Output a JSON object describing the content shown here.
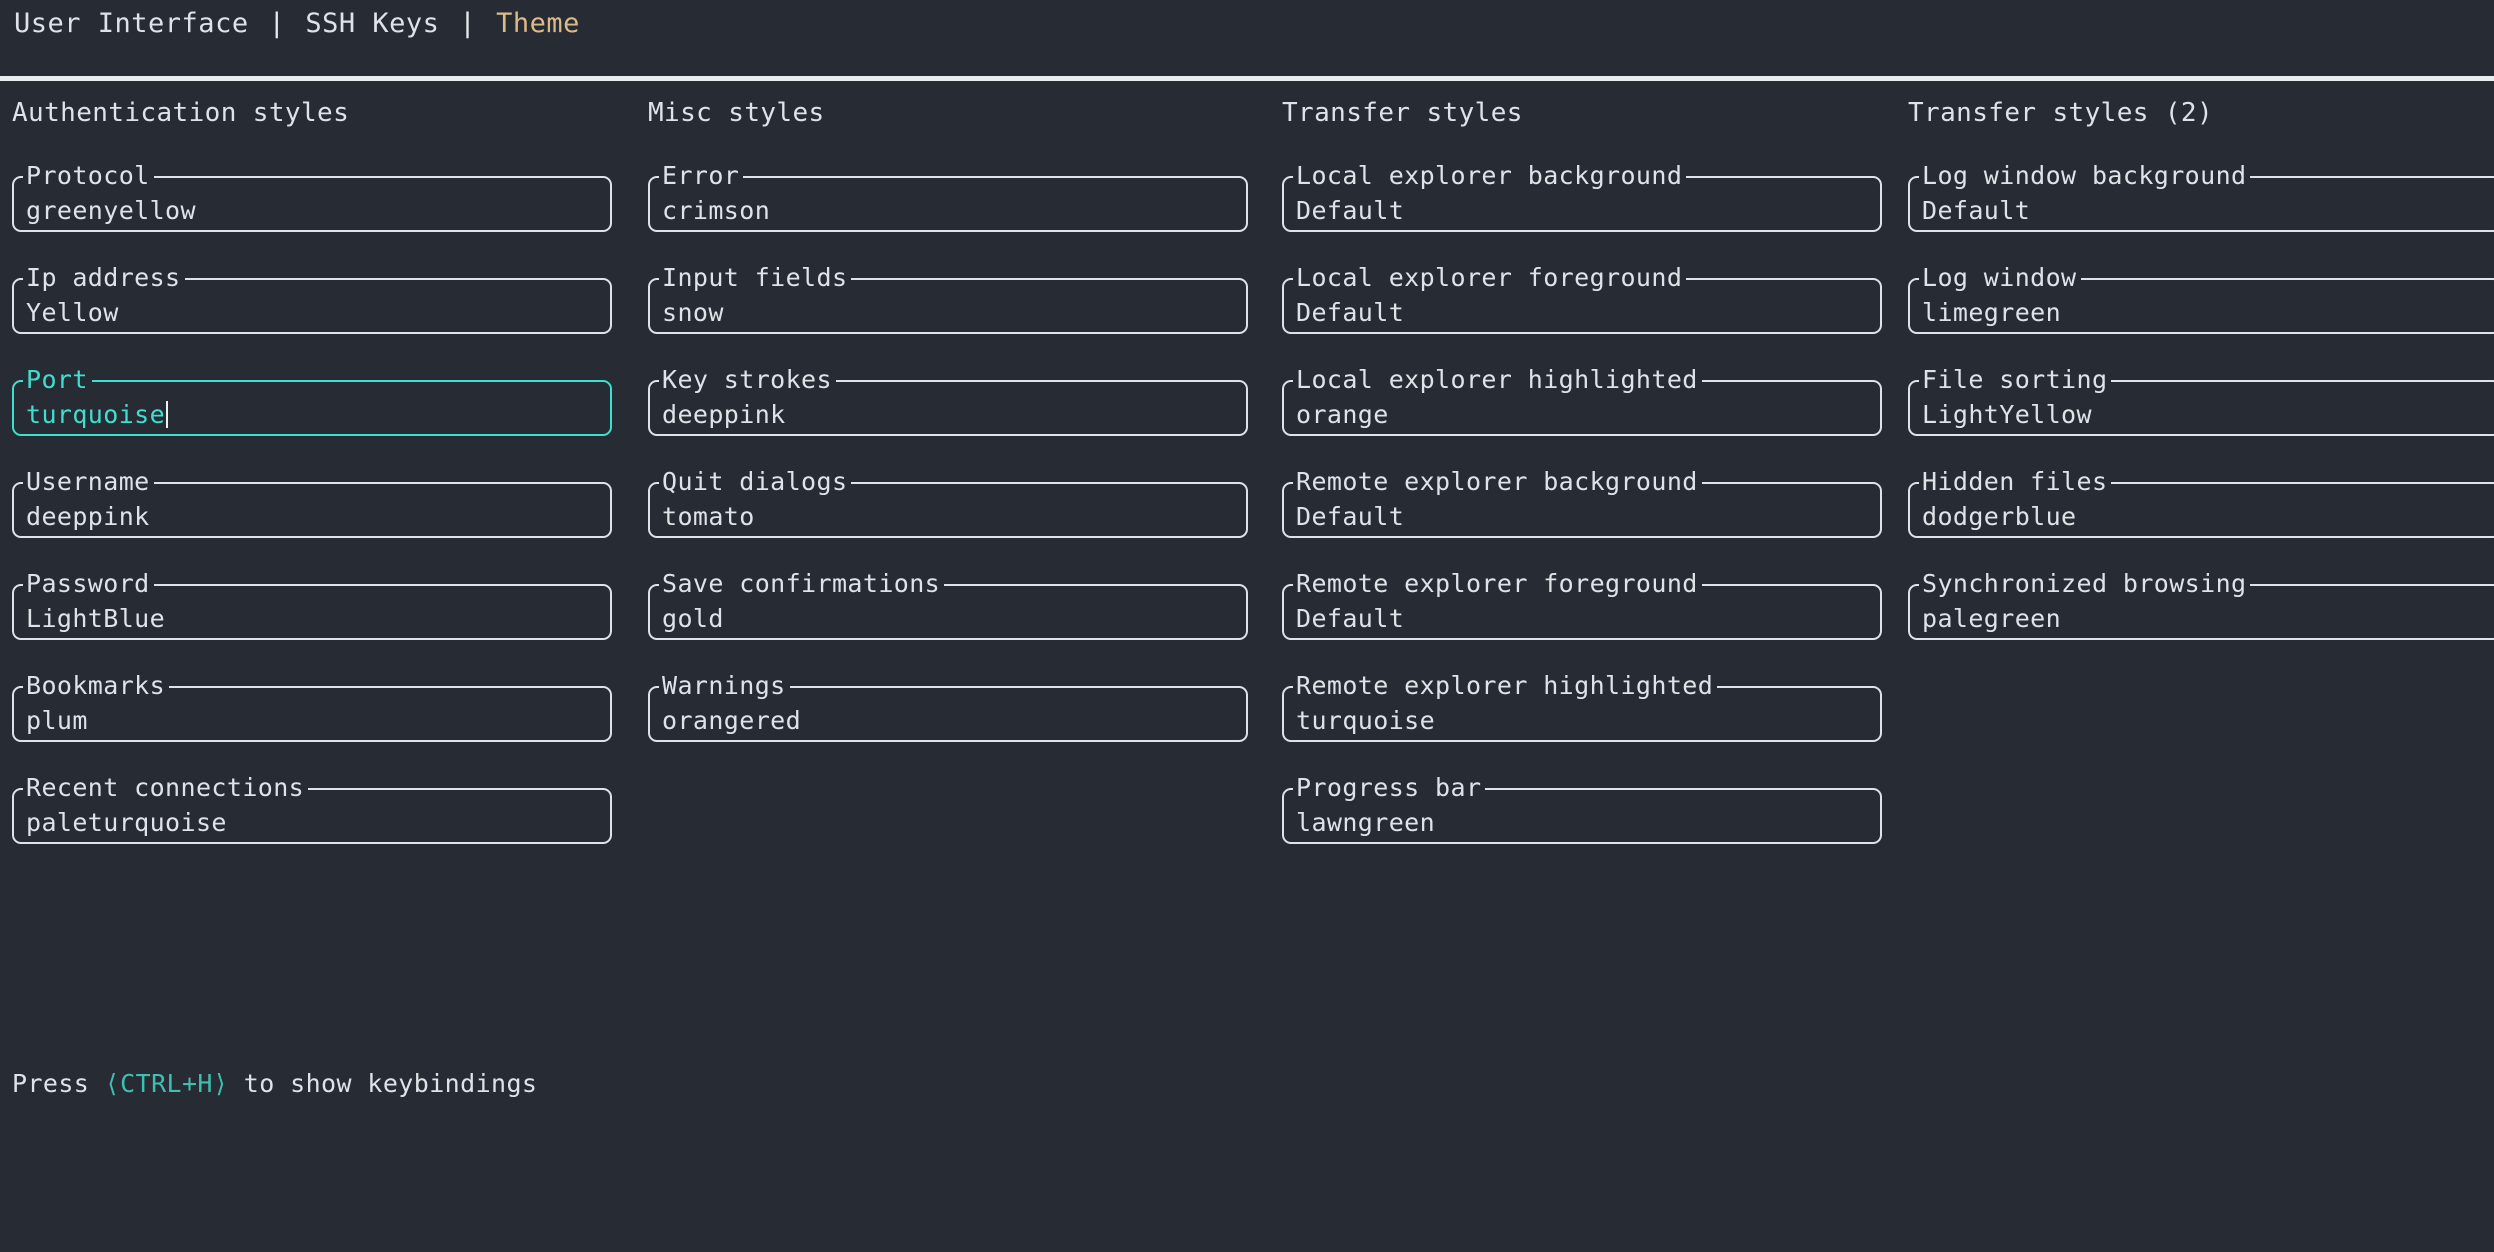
{
  "nav": {
    "separator": "|",
    "items": [
      {
        "label": "User Interface",
        "active": false
      },
      {
        "label": "SSH Keys",
        "active": false
      },
      {
        "label": "Theme",
        "active": true
      }
    ]
  },
  "theme_colors": {
    "background": "#272b33",
    "foreground": "#dfe3e8",
    "divider": "#e9edf0",
    "accent_active_tab": "#ddbb88",
    "accent_focus": "#3fdfcf",
    "accent_key": "#3fbfb0"
  },
  "columns": [
    {
      "title": "Authentication styles",
      "fields": [
        {
          "label": "Protocol",
          "value": "greenyellow",
          "focused": false
        },
        {
          "label": "Ip address",
          "value": "Yellow",
          "focused": false
        },
        {
          "label": "Port",
          "value": "turquoise",
          "focused": true
        },
        {
          "label": "Username",
          "value": "deeppink",
          "focused": false
        },
        {
          "label": "Password",
          "value": "LightBlue",
          "focused": false
        },
        {
          "label": "Bookmarks",
          "value": "plum",
          "focused": false
        },
        {
          "label": "Recent connections",
          "value": "paleturquoise",
          "focused": false
        }
      ]
    },
    {
      "title": "Misc styles",
      "fields": [
        {
          "label": "Error",
          "value": "crimson",
          "focused": false
        },
        {
          "label": "Input fields",
          "value": "snow",
          "focused": false
        },
        {
          "label": "Key strokes",
          "value": "deeppink",
          "focused": false
        },
        {
          "label": "Quit dialogs",
          "value": "tomato",
          "focused": false
        },
        {
          "label": "Save confirmations",
          "value": "gold",
          "focused": false
        },
        {
          "label": "Warnings",
          "value": "orangered",
          "focused": false
        }
      ]
    },
    {
      "title": "Transfer styles",
      "fields": [
        {
          "label": "Local explorer background",
          "value": "Default",
          "focused": false
        },
        {
          "label": "Local explorer foreground",
          "value": "Default",
          "focused": false
        },
        {
          "label": "Local explorer highlighted",
          "value": "orange",
          "focused": false
        },
        {
          "label": "Remote explorer background",
          "value": "Default",
          "focused": false
        },
        {
          "label": "Remote explorer foreground",
          "value": "Default",
          "focused": false
        },
        {
          "label": "Remote explorer highlighted",
          "value": "turquoise",
          "focused": false
        },
        {
          "label": "Progress bar",
          "value": "lawngreen",
          "focused": false
        }
      ]
    },
    {
      "title": "Transfer styles (2)",
      "fields": [
        {
          "label": "Log window background",
          "value": "Default",
          "focused": false
        },
        {
          "label": "Log window",
          "value": "limegreen",
          "focused": false
        },
        {
          "label": "File sorting",
          "value": "LightYellow",
          "focused": false
        },
        {
          "label": "Hidden files",
          "value": "dodgerblue",
          "focused": false
        },
        {
          "label": "Synchronized browsing",
          "value": "palegreen",
          "focused": false
        }
      ]
    }
  ],
  "footer": {
    "prefix": "Press",
    "key": "⟨CTRL+H⟩",
    "suffix": "to show keybindings"
  }
}
